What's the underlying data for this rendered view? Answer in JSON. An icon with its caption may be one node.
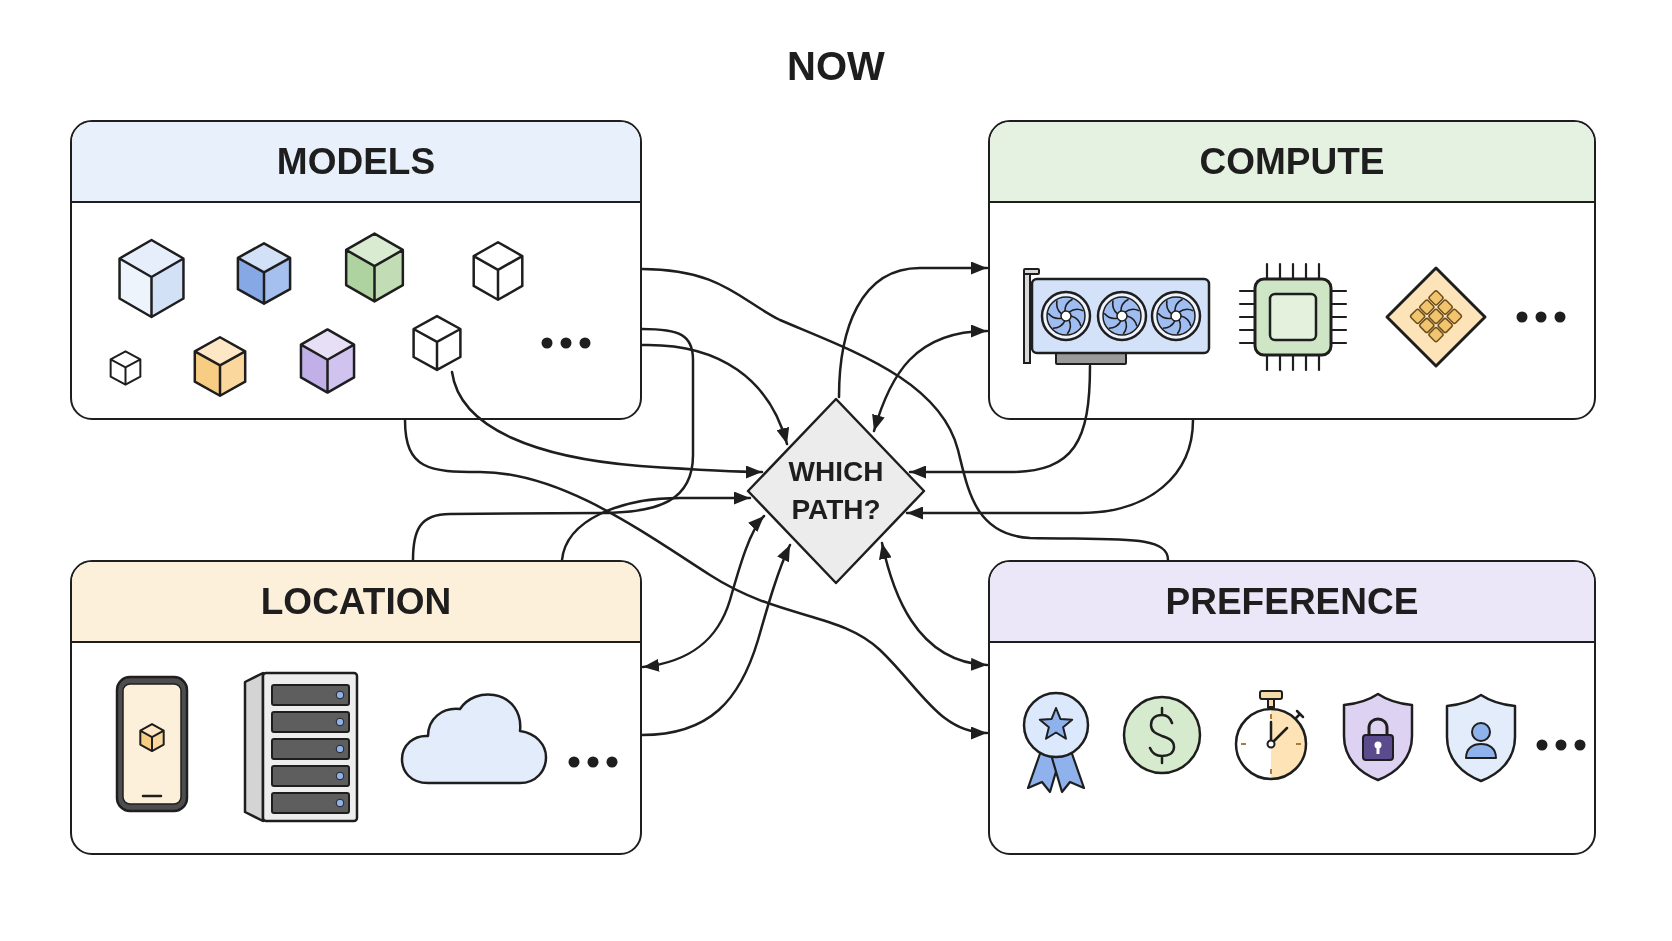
{
  "diagram": {
    "title": "NOW",
    "nodes": [
      {
        "text": [
          "MODELS"
        ]
      },
      {
        "text": [],
        "shape": "picture",
        "in": 0
      },
      {
        "text": [
          "COMPUTE"
        ]
      },
      {
        "text": [],
        "shape": "picture",
        "in": 2
      },
      {
        "text": [
          "WHICH PATH?"
        ]
      },
      {
        "text": [
          "LOCATION"
        ]
      },
      {
        "text": [
          "PREFERENCE"
        ]
      }
    ],
    "edges": [
      {
        "from": 0,
        "to": 6,
        "arrow": "none"
      },
      {
        "from": 0,
        "to": 5,
        "arrow": "none"
      },
      {
        "from": 0,
        "to": 4,
        "arrow": "to"
      },
      {
        "from": 0,
        "to": 6,
        "arrow": "to"
      },
      {
        "from": 1,
        "to": 4,
        "arrow": "to"
      },
      {
        "from": 5,
        "to": 4,
        "arrow": "to"
      },
      {
        "from": 5,
        "to": 4,
        "arrow": "both"
      },
      {
        "from": 5,
        "to": 4,
        "arrow": "to"
      },
      {
        "from": 4,
        "to": 6,
        "arrow": "both"
      },
      {
        "from": 4,
        "to": 2,
        "arrow": "to"
      },
      {
        "from": 4,
        "to": 2,
        "arrow": "both"
      },
      {
        "from": 3,
        "to": 4,
        "arrow": "to"
      },
      {
        "from": 2,
        "to": 4,
        "arrow": "to"
      }
    ]
  }
}
